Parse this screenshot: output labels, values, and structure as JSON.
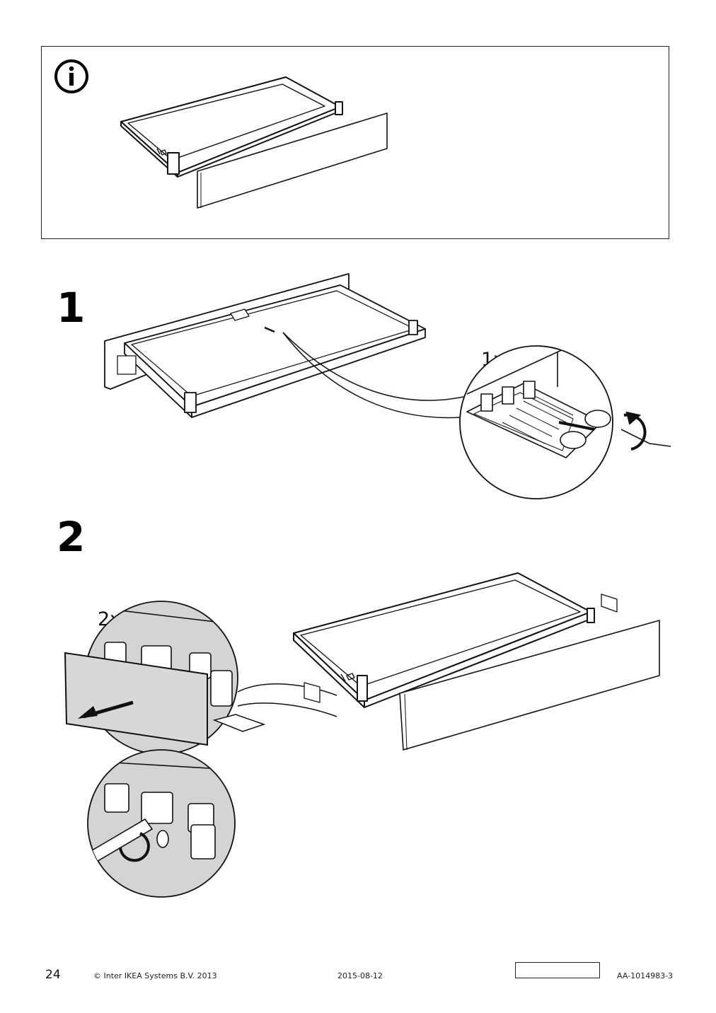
{
  "steps": [
    {
      "number": "1",
      "quantity": "1x"
    },
    {
      "number": "2",
      "quantity": "2x"
    }
  ],
  "footer": {
    "page_number": "24",
    "copyright": "© Inter IKEA Systems B.V. 2013",
    "date": "2015-08-12",
    "doc_id": "AA-1014983-3"
  },
  "icons": {
    "info": "info-icon"
  }
}
